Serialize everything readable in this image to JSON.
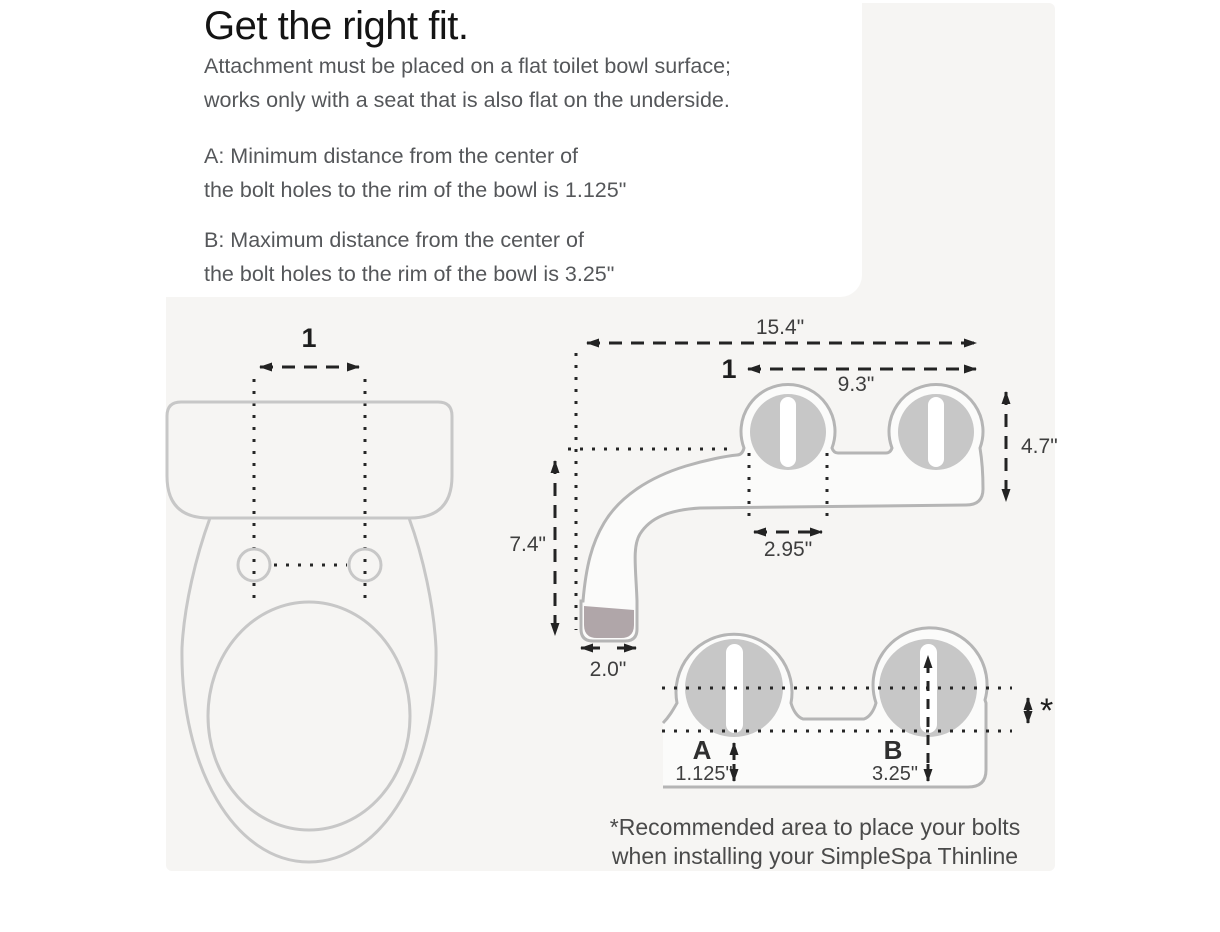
{
  "info_card": {
    "title": "Get the right fit.",
    "intro_line1": "Attachment must be placed on a flat toilet bowl surface;",
    "intro_line2": "works only with a seat that is also flat on the underside.",
    "note_a_line1": "A: Minimum distance from the center of",
    "note_a_line2": "the bolt holes to the rim of the bowl is 1.125\"",
    "note_b_line1": "B: Maximum distance from the center of",
    "note_b_line2": "the bolt holes to the rim of the bowl is 3.25\""
  },
  "toilet_diagram": {
    "bolt_span_label": "1"
  },
  "attachment_diagram": {
    "total_width": "15.4\"",
    "bolt_span_label": "1",
    "bolt_span": "9.3\"",
    "body_depth": "4.7\"",
    "dial_width": "2.95\"",
    "arm_drop": "7.4\"",
    "cap_width": "2.0\""
  },
  "bolt_zoom_diagram": {
    "label_a": "A",
    "min_distance": "1.125\"",
    "label_b": "B",
    "max_distance": "3.25\"",
    "asterisk": "*"
  },
  "footnote": {
    "line1": "*Recommended area to place your bolts",
    "line2": "when installing your SimpleSpa Thinline"
  },
  "colors": {
    "panel_background": "#f6f5f3",
    "product_outline": "#b5b5b5",
    "toilet_outline": "#c7c7c7",
    "dial_fill": "#c7c7c7",
    "inlet_cap": "#b0a6a9",
    "annotation": "#232323"
  }
}
